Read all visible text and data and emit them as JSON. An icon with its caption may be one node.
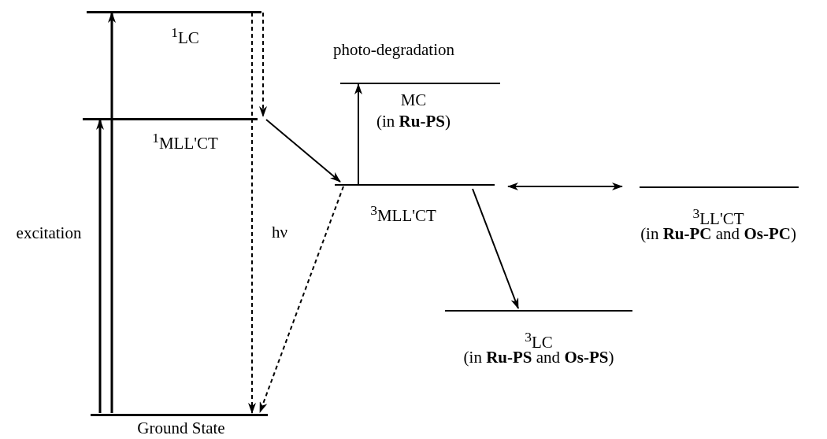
{
  "diagram": {
    "nodes": [
      {
        "text": [
          "Ground State"
        ]
      },
      {
        "text": [
          "$^{1}$MLL'CT"
        ]
      },
      {
        "text": [
          "$^{1}$LC"
        ]
      },
      {
        "text": [
          "$^{3}$MLL'CT"
        ]
      },
      {
        "text": [
          "MC",
          "(in **Ru-PS**)"
        ]
      },
      {
        "text": [
          "$^{3}$LL'CT",
          "(in **Ru-PC** and **Os-PC**)"
        ]
      },
      {
        "text": [
          "$^{3}$LC",
          "(in **Ru-PS** and **Os-PS**)"
        ]
      }
    ],
    "edges": [
      {
        "from": 0,
        "to": 1,
        "arrow": "to"
      },
      {
        "from": 0,
        "to": 2,
        "arrow": "to"
      },
      {
        "from": 2,
        "to": 1,
        "arrow": "to",
        "style": "dashed"
      },
      {
        "from": 2,
        "to": 0,
        "arrow": "to",
        "style": "dashed",
        "label": "hν"
      },
      {
        "from": 1,
        "to": 3,
        "arrow": "to"
      },
      {
        "from": 3,
        "to": 0,
        "arrow": "to",
        "style": "dashed"
      },
      {
        "from": 3,
        "to": 4,
        "arrow": "to"
      },
      {
        "from": 3,
        "to": 5,
        "arrow": "both"
      },
      {
        "from": 3,
        "to": 6,
        "arrow": "to"
      }
    ],
    "labels": [
      "photo-degradation",
      "excitation"
    ]
  }
}
